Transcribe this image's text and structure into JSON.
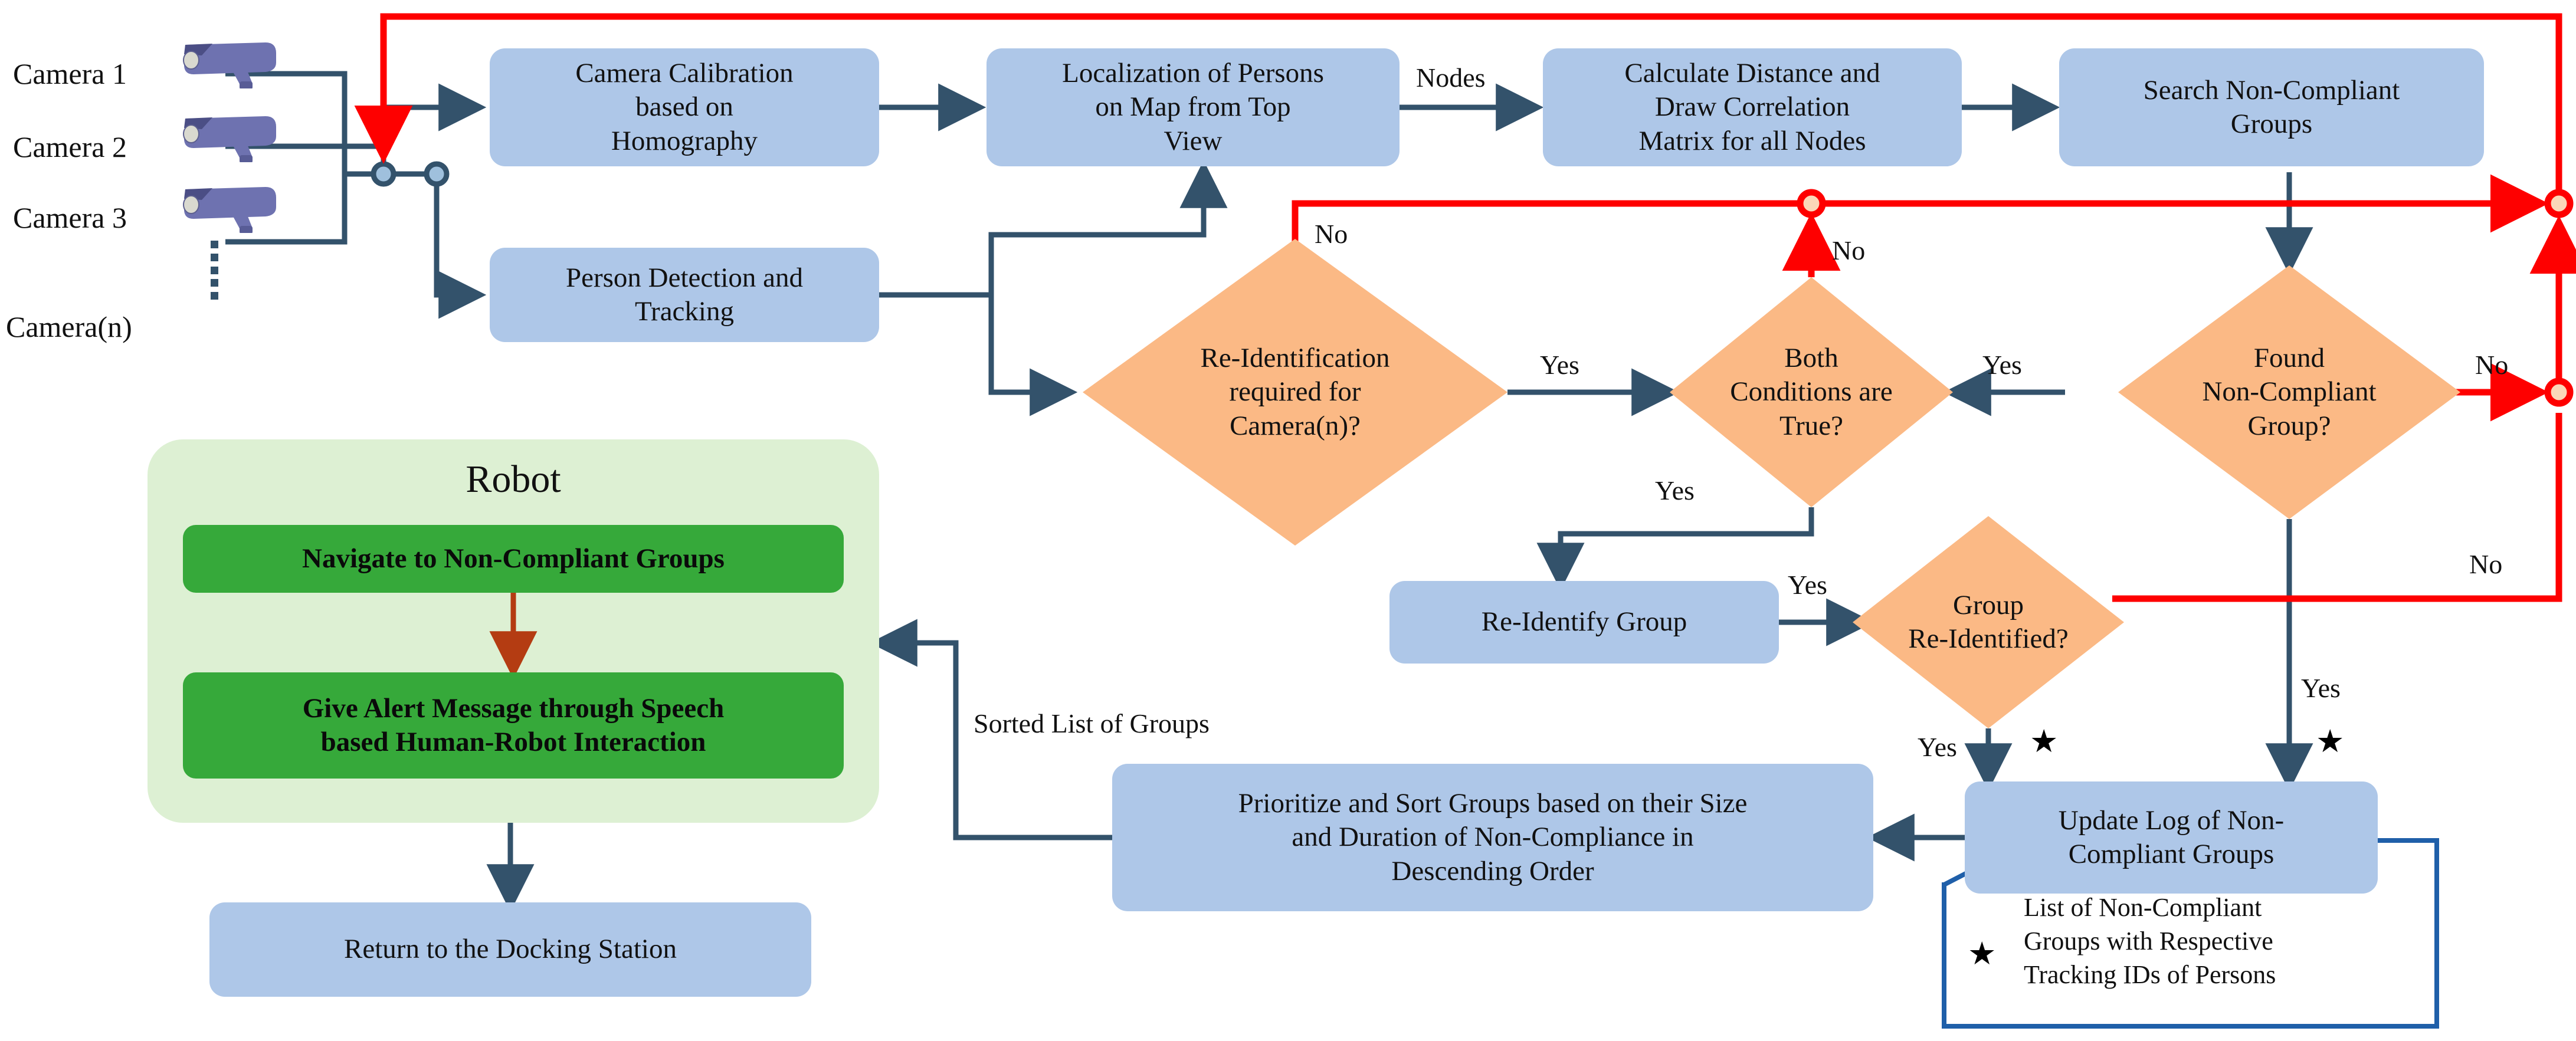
{
  "diagram": {
    "title": "Multi-camera social distancing monitoring and robot alert flowchart",
    "colors": {
      "process_fill": "#aec7e8",
      "decision_fill": "#fbb985",
      "robot_panel_fill": "#ddf0d3",
      "robot_action_fill": "#36a93a",
      "connector": "#33526b",
      "feedback_red": "#fe0000",
      "robot_arrow": "#b43c12",
      "legend_border": "#1f5fa9"
    }
  },
  "cameras": {
    "labels": [
      "Camera 1",
      "Camera 2",
      "Camera 3",
      "Camera(n)"
    ],
    "icon": "cctv-camera-icon",
    "ellipsis": "vertical-dots"
  },
  "process_nodes": [
    {
      "id": "camera-calibration",
      "label": "Camera Calibration\nbased on\nHomography"
    },
    {
      "id": "person-detection",
      "label": "Person Detection and\nTracking"
    },
    {
      "id": "localization",
      "label": "Localization of Persons\non Map from Top\nView"
    },
    {
      "id": "correlation-matrix",
      "label": "Calculate Distance and\nDraw Correlation\nMatrix for all Nodes"
    },
    {
      "id": "search-groups",
      "label": "Search Non-Compliant\nGroups"
    },
    {
      "id": "re-identify-group",
      "label": "Re-Identify Group"
    },
    {
      "id": "update-log",
      "label": "Update Log of Non-\nCompliant Groups"
    },
    {
      "id": "prioritize-sort",
      "label": "Prioritize and Sort Groups based on their Size\nand Duration of Non-Compliance in\nDescending Order"
    },
    {
      "id": "return-docking",
      "label": "Return to the Docking Station"
    }
  ],
  "decision_nodes": [
    {
      "id": "reid-required",
      "label": "Re-Identification\nrequired for\nCamera(n)?"
    },
    {
      "id": "both-conditions",
      "label": "Both\nConditions are\nTrue?"
    },
    {
      "id": "found-group",
      "label": "Found\nNon-Compliant\nGroup?"
    },
    {
      "id": "group-reid",
      "label": "Group\nRe-Identified?"
    }
  ],
  "robot_panel": {
    "title": "Robot",
    "actions": [
      {
        "id": "navigate",
        "label": "Navigate to Non-Compliant Groups"
      },
      {
        "id": "give-alert",
        "label": "Give Alert Message through Speech\nbased Human-Robot Interaction"
      }
    ]
  },
  "edge_labels": {
    "nodes": "Nodes",
    "reid_no": "No",
    "reid_yes": "Yes",
    "both_no": "No",
    "both_yes_left": "Yes",
    "both_yes_right": "Yes",
    "both_yes_down": "Yes",
    "found_no": "No",
    "found_yes_down": "Yes",
    "reidentify_yes": "Yes",
    "group_reid_no": "No",
    "group_reid_yes": "Yes",
    "sorted_list": "Sorted List of Groups"
  },
  "legend": {
    "marker": "★",
    "text": "List of Non-Compliant\nGroups with Respective\nTracking IDs of Persons"
  }
}
